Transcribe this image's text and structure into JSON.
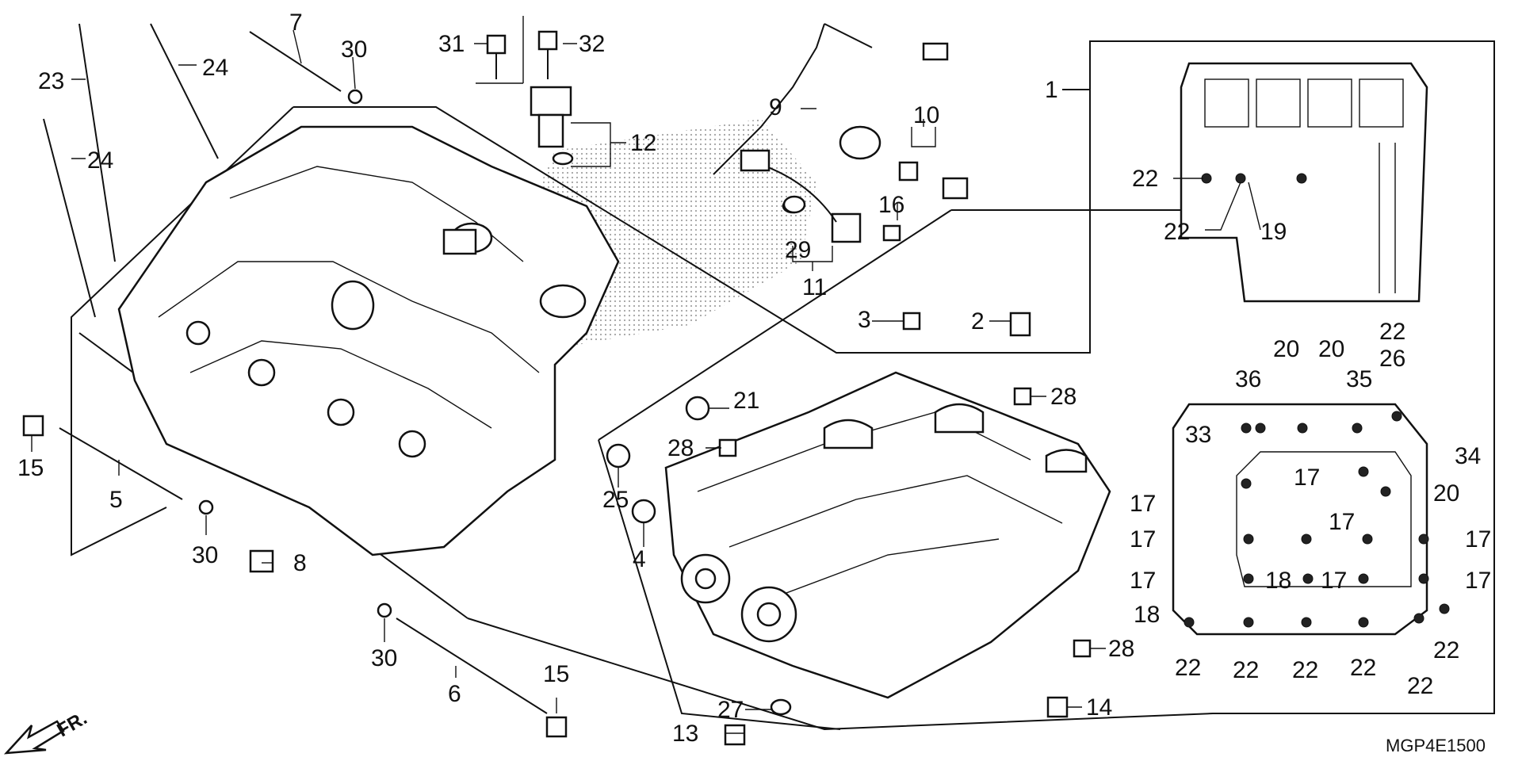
{
  "diagram": {
    "drawing_code": "MGP4E1500",
    "direction_label": "FR.",
    "callouts": [
      {
        "id": "c1",
        "label": "1"
      },
      {
        "id": "c2",
        "label": "2"
      },
      {
        "id": "c3",
        "label": "3"
      },
      {
        "id": "c4",
        "label": "4"
      },
      {
        "id": "c5",
        "label": "5"
      },
      {
        "id": "c6",
        "label": "6"
      },
      {
        "id": "c7",
        "label": "7"
      },
      {
        "id": "c8",
        "label": "8"
      },
      {
        "id": "c9",
        "label": "9"
      },
      {
        "id": "c10",
        "label": "10"
      },
      {
        "id": "c11",
        "label": "11"
      },
      {
        "id": "c12",
        "label": "12"
      },
      {
        "id": "c13",
        "label": "13"
      },
      {
        "id": "c14",
        "label": "14"
      },
      {
        "id": "c15a",
        "label": "15"
      },
      {
        "id": "c15b",
        "label": "15"
      },
      {
        "id": "c16",
        "label": "16"
      },
      {
        "id": "c17a",
        "label": "17"
      },
      {
        "id": "c17b",
        "label": "17"
      },
      {
        "id": "c17c",
        "label": "17"
      },
      {
        "id": "c17d",
        "label": "17"
      },
      {
        "id": "c17e",
        "label": "17"
      },
      {
        "id": "c17f",
        "label": "17"
      },
      {
        "id": "c17g",
        "label": "17"
      },
      {
        "id": "c17h",
        "label": "17"
      },
      {
        "id": "c18a",
        "label": "18"
      },
      {
        "id": "c18b",
        "label": "18"
      },
      {
        "id": "c19",
        "label": "19"
      },
      {
        "id": "c20a",
        "label": "20"
      },
      {
        "id": "c20b",
        "label": "20"
      },
      {
        "id": "c20c",
        "label": "20"
      },
      {
        "id": "c21",
        "label": "21"
      },
      {
        "id": "c22a",
        "label": "22"
      },
      {
        "id": "c22b",
        "label": "22"
      },
      {
        "id": "c22c",
        "label": "22"
      },
      {
        "id": "c22d",
        "label": "22"
      },
      {
        "id": "c22e",
        "label": "22"
      },
      {
        "id": "c22f",
        "label": "22"
      },
      {
        "id": "c22g",
        "label": "22"
      },
      {
        "id": "c22h",
        "label": "22"
      },
      {
        "id": "c22i",
        "label": "22"
      },
      {
        "id": "c23",
        "label": "23"
      },
      {
        "id": "c24a",
        "label": "24"
      },
      {
        "id": "c24b",
        "label": "24"
      },
      {
        "id": "c25",
        "label": "25"
      },
      {
        "id": "c26",
        "label": "26"
      },
      {
        "id": "c27",
        "label": "27"
      },
      {
        "id": "c28a",
        "label": "28"
      },
      {
        "id": "c28b",
        "label": "28"
      },
      {
        "id": "c28c",
        "label": "28"
      },
      {
        "id": "c29",
        "label": "29"
      },
      {
        "id": "c30a",
        "label": "30"
      },
      {
        "id": "c30b",
        "label": "30"
      },
      {
        "id": "c30c",
        "label": "30"
      },
      {
        "id": "c31",
        "label": "31"
      },
      {
        "id": "c32",
        "label": "32"
      },
      {
        "id": "c33",
        "label": "33"
      },
      {
        "id": "c34",
        "label": "34"
      },
      {
        "id": "c35",
        "label": "35"
      },
      {
        "id": "c36",
        "label": "36"
      }
    ]
  }
}
